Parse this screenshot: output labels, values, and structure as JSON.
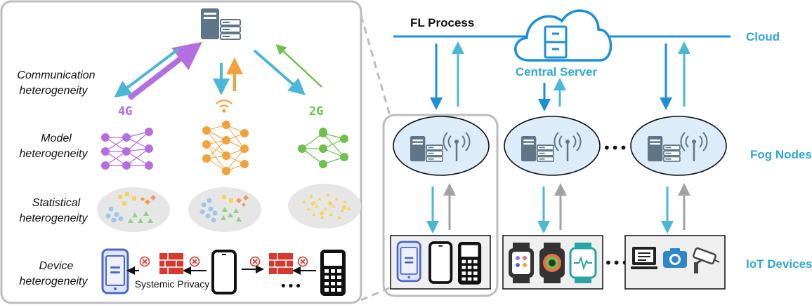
{
  "left_panel": {
    "rows": [
      {
        "label_line1": "Communication",
        "label_line2": "heterogeneity"
      },
      {
        "label_line1": "Model",
        "label_line2": "heterogeneity"
      },
      {
        "label_line1": "Statistical",
        "label_line2": "heterogeneity"
      },
      {
        "label_line1": "Device",
        "label_line2": "heterogeneity"
      }
    ],
    "network_labels": [
      "4G",
      "2G"
    ],
    "privacy_label": "Systemic Privacy",
    "ellipsis": "•••"
  },
  "right_panel": {
    "fl_process": "FL Process",
    "central_server": "Central  Server",
    "cloud": "Cloud",
    "fog_nodes": "Fog Nodes",
    "iot_devices": "IoT Devices",
    "ellipsis": "•••"
  },
  "colors": {
    "blue_line": "#1b8fd8",
    "light_blue": "#49b7d8",
    "purple": "#b46ee0",
    "orange": "#f2a23a",
    "green": "#6cc24a",
    "gray": "#a3a3a3",
    "label_blue": "#2ea7dc"
  }
}
